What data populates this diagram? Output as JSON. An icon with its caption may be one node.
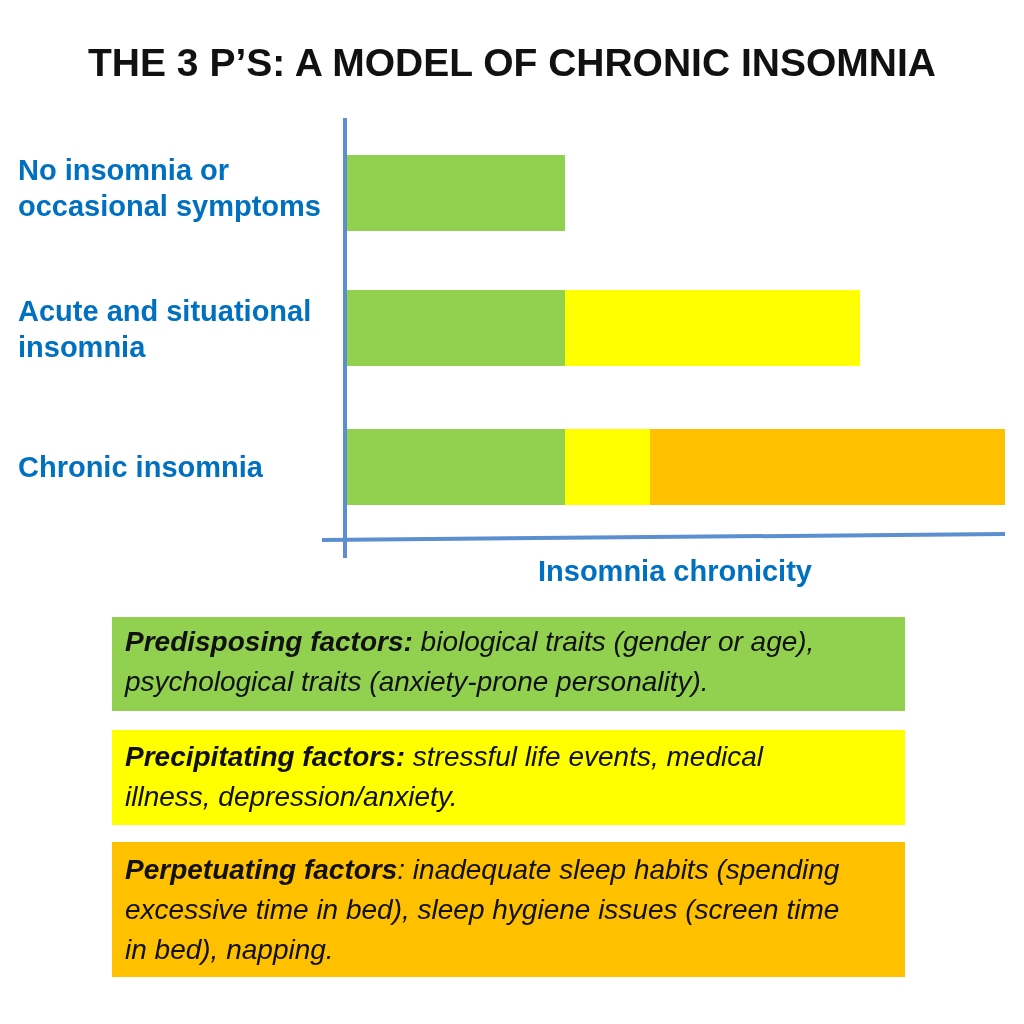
{
  "diagram": {
    "title": "THE 3 P’S: A MODEL OF CHRONIC INSOMNIA",
    "nodes": [
      {
        "text": [],
        "shape": "bar"
      },
      {
        "text": [],
        "shape": "bar"
      },
      {
        "text": [],
        "shape": "bar"
      },
      {
        "text": [],
        "shape": "bar"
      },
      {
        "text": [],
        "shape": "bar"
      },
      {
        "text": [],
        "shape": "bar"
      },
      {
        "text": [
          "**Predisposing factors:** biological traits (gender or age), psychological traits (anxiety-prone personality)."
        ]
      },
      {
        "text": [
          "**Precipitating factors:** stressful life events, medical illness, depression/anxiety."
        ]
      },
      {
        "text": [
          "**Perpetuating factors**: inadequate sleep habits (spending excessive time in bed), sleep hygiene issues (screen time in bed), napping."
        ]
      }
    ],
    "labels": [
      "No insomnia or occasional symptoms",
      "Acute and situational insomnia",
      "Chronic insomnia",
      "Insomnia chronicity"
    ]
  }
}
